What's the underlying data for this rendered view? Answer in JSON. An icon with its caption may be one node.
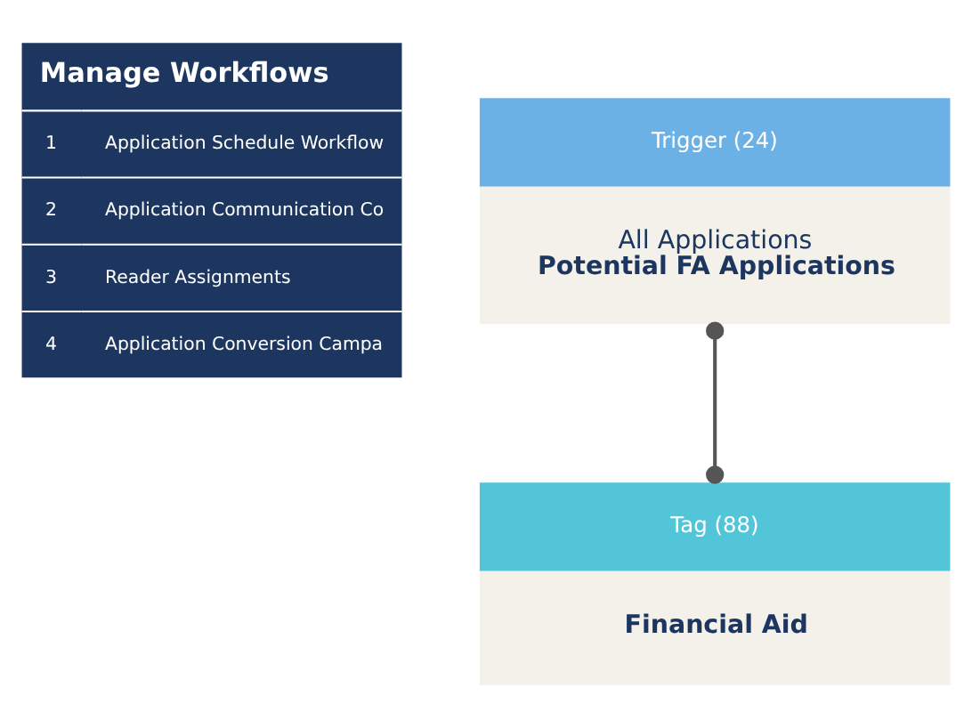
{
  "diagram": {
    "nodes": [
      {
        "text": [
          "Manage Workflows",
          "1",
          "Application Schedule Workflow",
          "2",
          "Application Communication Co",
          "3",
          "Reader Assignments",
          "4",
          "Application Conversion Campa"
        ]
      },
      {
        "text": [
          "Trigger (24)",
          "All Applications",
          "Potential FA Applications"
        ]
      },
      {
        "text": [
          "Tag (88)",
          "Financial Aid"
        ]
      }
    ],
    "edges": [
      {
        "from": 1,
        "to": 2,
        "arrow": "other"
      }
    ]
  }
}
